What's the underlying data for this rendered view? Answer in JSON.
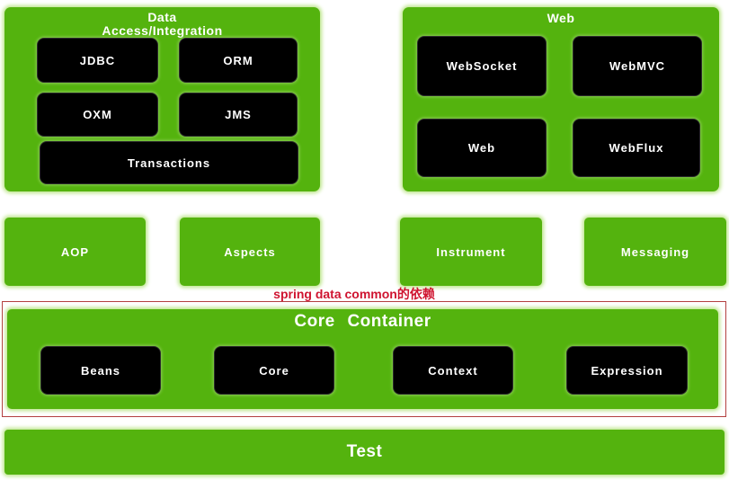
{
  "colors": {
    "green": "#54b30e",
    "green_glow": "#bce58a",
    "black": "#000000",
    "white_text": "#ffffff",
    "red_text": "#cf1430",
    "red_border": "#b34040"
  },
  "panels": {
    "data_access": {
      "title_line1": "Data",
      "title_line2": "Access/Integration",
      "boxes": [
        "JDBC",
        "ORM",
        "OXM",
        "JMS",
        "Transactions"
      ]
    },
    "web": {
      "title": "Web",
      "boxes": [
        "WebSocket",
        "WebMVC",
        "Web",
        "WebFlux"
      ]
    }
  },
  "middle_row": [
    "AOP",
    "Aspects",
    "Instrument",
    "Messaging"
  ],
  "core": {
    "title": "Core Container",
    "boxes": [
      "Beans",
      "Core",
      "Context",
      "Expression"
    ]
  },
  "test": {
    "label": "Test"
  },
  "annotation": {
    "text": "spring data common的依赖"
  }
}
